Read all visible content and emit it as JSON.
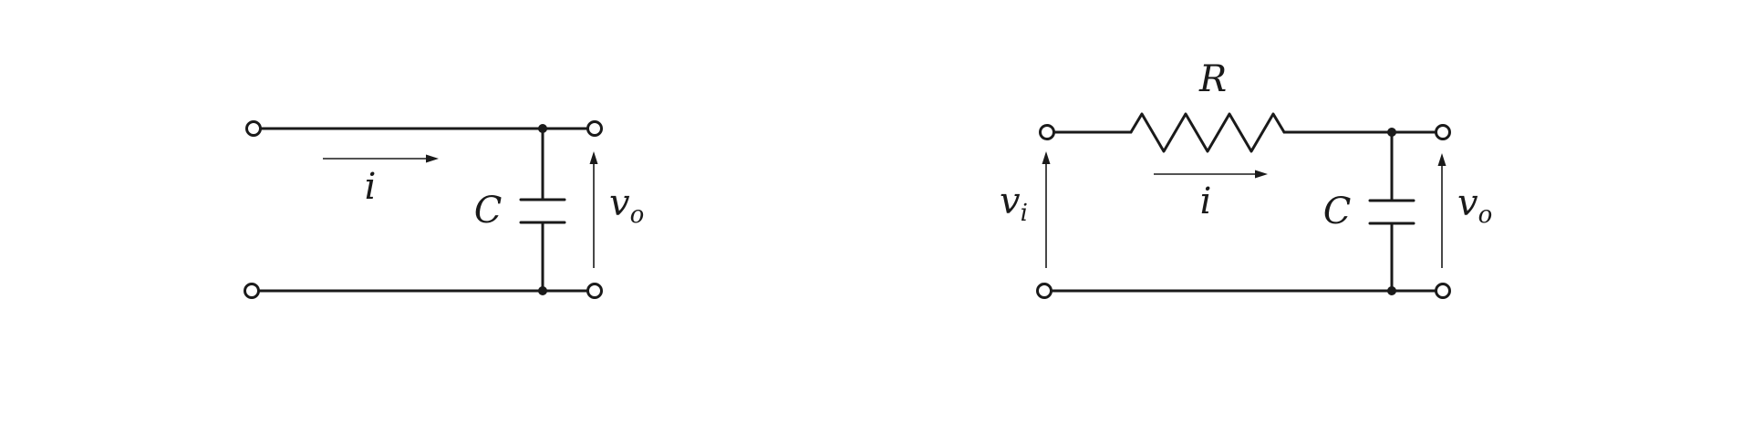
{
  "circuit_left": {
    "current_label": "i",
    "capacitor_label": "C",
    "output_voltage": {
      "symbol": "v",
      "subscript": "o"
    }
  },
  "circuit_right": {
    "resistor_label": "R",
    "current_label": "i",
    "capacitor_label": "C",
    "input_voltage": {
      "symbol": "v",
      "subscript": "i"
    },
    "output_voltage": {
      "symbol": "v",
      "subscript": "o"
    }
  }
}
